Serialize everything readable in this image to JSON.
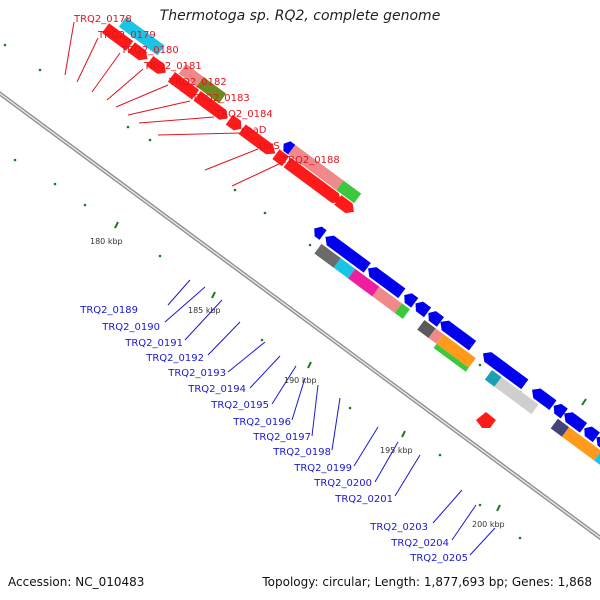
{
  "title": "Thermotoga sp. RQ2, complete genome",
  "footer": {
    "accession": "Accession: NC_010483",
    "topology": "Topology: circular; Length: 1,877,693 bp; Genes: 1,868"
  },
  "top_genes": [
    "TRQ2_0178",
    "TRQ2_0179",
    "TRQ2_0180",
    "TRQ2_0181",
    "TRQ2_0182",
    "TRQ2_0183",
    "TRQ2_0184",
    "coaD",
    "thrS",
    "TRQ2_0188"
  ],
  "bottom_genes": [
    "TRQ2_0189",
    "TRQ2_0190",
    "TRQ2_0191",
    "TRQ2_0192",
    "TRQ2_0193",
    "TRQ2_0194",
    "TRQ2_0195",
    "TRQ2_0196",
    "TRQ2_0197",
    "TRQ2_0198",
    "TRQ2_0199",
    "TRQ2_0200",
    "TRQ2_0201",
    "TRQ2_0203",
    "TRQ2_0204",
    "TRQ2_0205"
  ],
  "kbp_labels": [
    "180 kbp",
    "185 kbp",
    "190 kbp",
    "195 kbp",
    "200 kbp"
  ],
  "colors": {
    "forward": "#ff0000",
    "reverse": "#0000ee",
    "backbone": "#999999",
    "tick": "#1f7a1f"
  }
}
